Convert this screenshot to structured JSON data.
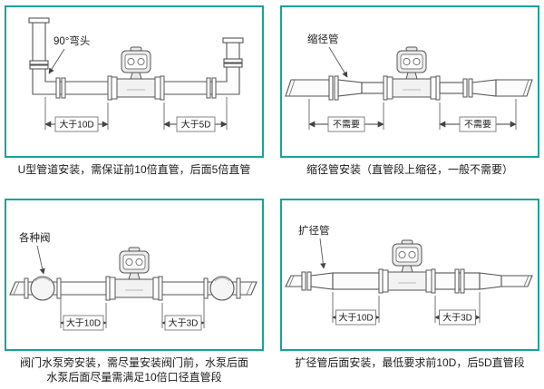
{
  "accent_color": "#18a29a",
  "panels": [
    {
      "id": "u-pipe",
      "callout": "90°弯头",
      "dim1": "大于10D",
      "dim2": "大于5D",
      "caption1": "U型管道安装，需保证前10倍直管，后面5倍直管",
      "caption2": ""
    },
    {
      "id": "reducer",
      "callout": "缩径管",
      "dim1": "不需要",
      "dim2": "不需要",
      "caption1": "缩径管安装（直管段上缩径，一般不需要）",
      "caption2": ""
    },
    {
      "id": "valve-pump",
      "callout": "各种阀",
      "dim1": "大于10D",
      "dim2": "大于3D",
      "caption1": "阀门水泵旁安装，需尽量安装阀门前，水泵后面",
      "caption2": "水泵后面尽量需满足10倍口径直管段"
    },
    {
      "id": "expander",
      "callout": "扩径管",
      "dim1": "大于10D",
      "dim2": "大于3D",
      "caption1": "扩径管后面安装，最低要求前10D，后5D直管段",
      "caption2": ""
    }
  ]
}
